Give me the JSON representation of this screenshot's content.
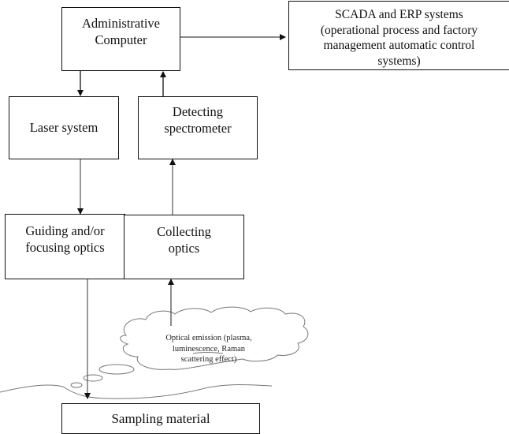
{
  "diagram": {
    "nodes": {
      "admin_computer": {
        "line1": "Administrative",
        "line2": "Computer"
      },
      "scada": {
        "line1": "SCADA and ERP systems",
        "line2": "(operational process and factory",
        "line3": "management automatic control",
        "line4": "systems)"
      },
      "laser": {
        "label": "Laser system"
      },
      "spectrometer": {
        "line1": "Detecting",
        "line2": "spectrometer"
      },
      "guiding": {
        "line1": "Guiding and/or",
        "line2": "focusing optics"
      },
      "collecting": {
        "line1": "Collecting",
        "line2": "optics"
      },
      "emission": {
        "line1": "Optical emission (plasma,",
        "line2": "luminescence, Raman",
        "line3": "scattering effect)"
      },
      "sampling": {
        "label": "Sampling material"
      }
    },
    "edges": [
      {
        "from": "admin_computer",
        "to": "scada"
      },
      {
        "from": "admin_computer",
        "to": "laser"
      },
      {
        "from": "spectrometer",
        "to": "admin_computer"
      },
      {
        "from": "laser",
        "to": "guiding"
      },
      {
        "from": "collecting",
        "to": "spectrometer"
      },
      {
        "from": "guiding",
        "to": "sampling"
      },
      {
        "from": "emission",
        "to": "collecting"
      }
    ]
  }
}
